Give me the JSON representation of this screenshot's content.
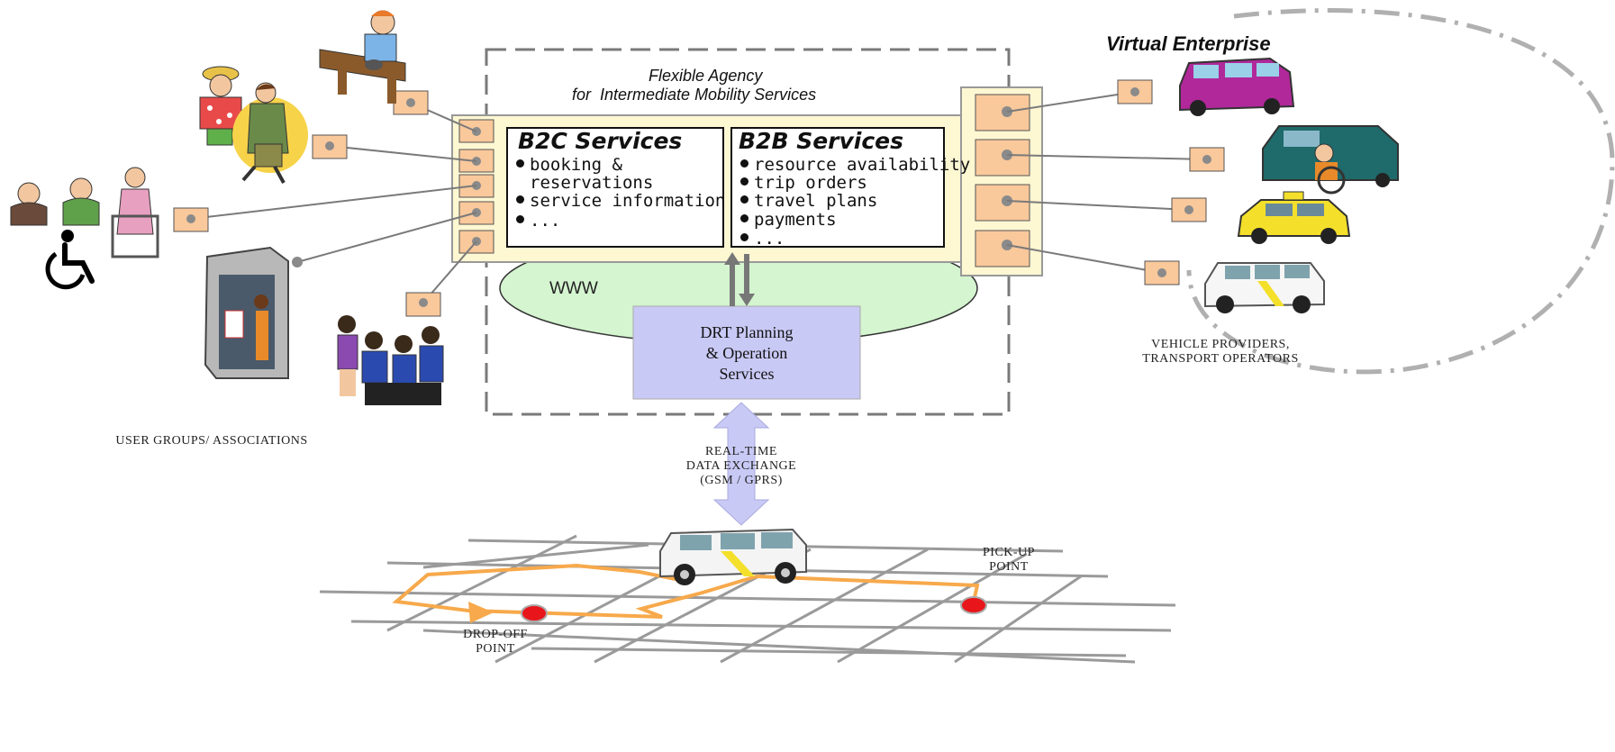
{
  "agency": {
    "title_line1": "Flexible Agency",
    "title_line2": "for  Intermediate Mobility Services"
  },
  "virtual_enterprise": {
    "title": "Virtual Enterprise"
  },
  "b2c": {
    "heading": "B2C Services",
    "items": [
      "booking &",
      "reservations",
      "service information",
      "..."
    ]
  },
  "b2b": {
    "heading": "B2B Services",
    "items": [
      "resource availability",
      "trip orders",
      "travel plans",
      "payments",
      "..."
    ]
  },
  "www_label": "WWW",
  "drt": {
    "line1": "DRT Planning",
    "line2": "& Operation",
    "line3": "Services"
  },
  "exchange": {
    "line1": "REAL-TIME",
    "line2": "DATA EXCHANGE",
    "line3": "(GSM / GPRS)"
  },
  "captions": {
    "user_groups": "USER GROUPS/ ASSOCIATIONS",
    "providers_line1": "VEHICLE  PROVIDERS,",
    "providers_line2": "TRANSPORT OPERATORS",
    "pickup_line1": "PICK-UP",
    "pickup_line2": "POINT",
    "dropoff_line1": "DROP-OFF",
    "dropoff_line2": "POINT"
  },
  "colors": {
    "connector_fill": "#f9c89b",
    "connector_dot": "#8a8a8a",
    "platform_fill": "#fdf7d2",
    "www_fill": "#d4f5cf",
    "drt_fill": "#c9c9f5",
    "route": "#f7a94b",
    "point": "#e8151b"
  },
  "icons": [
    "desk-phone-person-icon",
    "tourist-icon",
    "traveler-icon",
    "elderly-group-icon",
    "wheelchair-icon",
    "phone-booth-icon",
    "school-children-icon",
    "minivan-icon",
    "accessible-van-icon",
    "taxi-icon",
    "white-van-icon",
    "dispatched-van-icon"
  ]
}
